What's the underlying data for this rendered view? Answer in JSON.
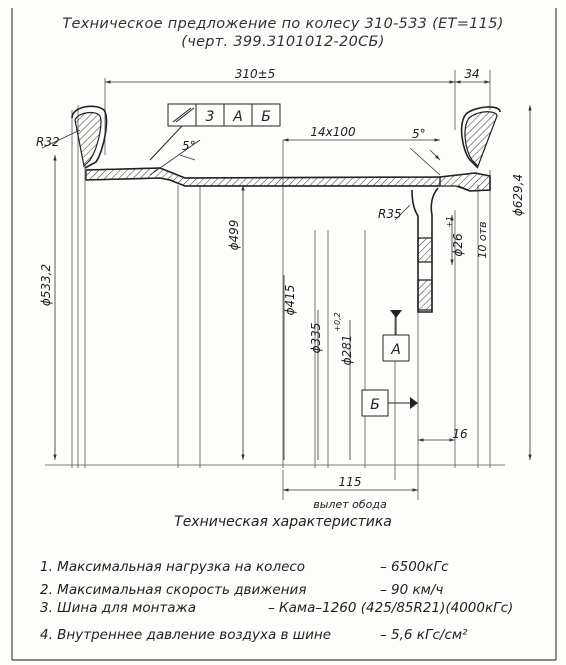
{
  "header": {
    "line1": "Техническое предложение по колесу 310-533 (ЕТ=115)",
    "line2": "(черт. 399.3101012-20СБ)"
  },
  "dims": {
    "width_total": "310±5",
    "flange_width": "34",
    "radius_flange": "R32",
    "angle_left": "5°",
    "angle_right": "5°",
    "bolt_pattern": "14x100",
    "radius_disc": "R35",
    "dia_629": "ϕ629,4",
    "dia_533": "ϕ533,2",
    "dia_499": "ϕ499",
    "dia_415": "ϕ415",
    "dia_335": "ϕ335",
    "dia_281": "ϕ281",
    "dia_281_tol": "+0,2",
    "hole_dia": "ϕ26",
    "hole_tol": "+1",
    "hole_count": "10 отв",
    "disc_thickness": "16",
    "offset": "115",
    "offset_label": "вылет обода"
  },
  "tolerance_frame": [
    "3",
    "А",
    "Б"
  ],
  "datums": {
    "a": "А",
    "b": "Б"
  },
  "subtitle": "Техническая характеристика",
  "specs": [
    {
      "label": "1. Максимальная нагрузка на колесо",
      "value": "– 6500кГс"
    },
    {
      "label": "2. Максимальная скорость движения",
      "value": "– 90 км/ч"
    },
    {
      "label": "3. Шина для монтажа",
      "value": "– Кама–1260 (425/85R21)(4000кГс)"
    },
    {
      "label": "4. Внутреннее давление воздуха в шине",
      "value": "– 5,6 кГс/см²"
    }
  ]
}
